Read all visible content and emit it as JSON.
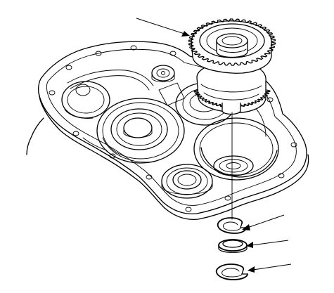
{
  "figure": {
    "parts": [
      {
        "id": "countershaft-gear-cluster",
        "icon": "gear-cluster-icon"
      },
      {
        "id": "thrust-washer",
        "icon": "washer-icon"
      },
      {
        "id": "ball-bearing",
        "icon": "bearing-icon"
      },
      {
        "id": "snap-ring",
        "icon": "snap-ring-icon"
      },
      {
        "id": "transmission-housing",
        "icon": "housing-icon"
      }
    ],
    "colors": {
      "ink": "#000000",
      "paper": "#ffffff"
    }
  }
}
